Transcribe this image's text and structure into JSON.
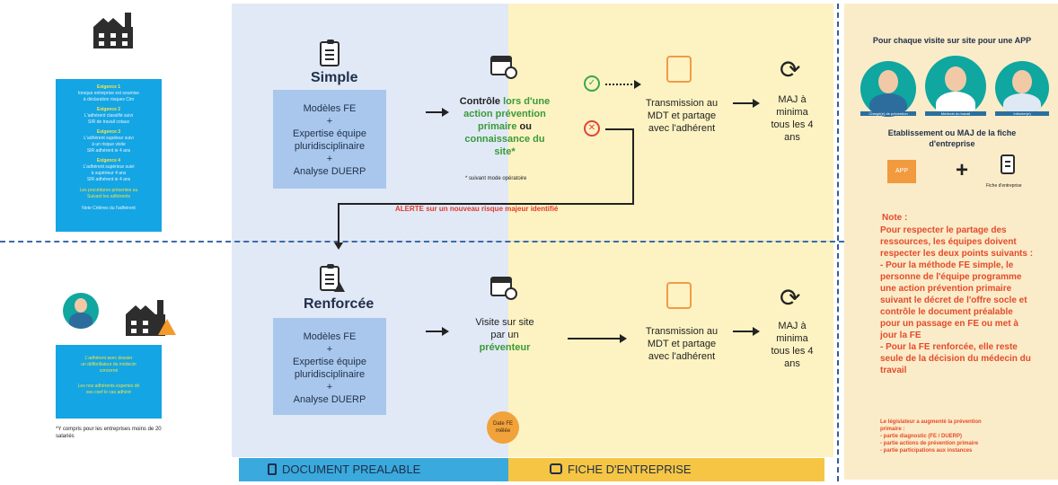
{
  "blocks": {
    "simple": {
      "title": "Simple",
      "models": [
        "Modèles FE",
        "+",
        "Expertise équipe",
        "pluridisciplinaire",
        "+",
        "Analyse DUERP"
      ],
      "control_prefix": "Contrôle ",
      "control_green": "lors d'une action prévention primaire",
      "control_mid": " ou ",
      "control_green2": "connaissance du site*",
      "footnote": "* suivant mode opératoire",
      "transmission": [
        "Transmission au",
        "MDT et partage",
        "avec l'adhérent"
      ],
      "mai": [
        "MAJ à",
        "minima",
        "tous les 4",
        "ans"
      ]
    },
    "alert": "ALERTE sur un nouveau risque majeur identifié",
    "renforcee": {
      "title": "Renforcée",
      "models": [
        "Modèles FE",
        "+",
        "Expertise équipe",
        "pluridisciplinaire",
        "+",
        "Analyse DUERP"
      ],
      "visit_prefix": "Visite sur site",
      "visit_mid": "par un",
      "visit_green": "préventeur",
      "transmission": [
        "Transmission au",
        "MDT et partage",
        "avec l'adhérent"
      ],
      "mai": [
        "MAJ à",
        "minima",
        "tous les 4",
        "ans"
      ],
      "badge": [
        "Date FE",
        "mêlée"
      ]
    }
  },
  "left": {
    "panel_top": [
      {
        "h": "Exigence 1",
        "t": [
          "lorsque entreprise est soumise",
          "à déclaration risques Cim"
        ]
      },
      {
        "h": "Exigence 2",
        "t": [
          "L'adhérent classifié suivi",
          "SIR de travail cotaux"
        ]
      },
      {
        "h": "Exigence 3",
        "t": [
          "L'adhérent supéieur suivi",
          "à un risque visite",
          "SIR adhérent ie 4 ans"
        ]
      },
      {
        "h": "Exigence 4",
        "t": [
          "L'adhérent supérieur suivi",
          "à supérieur 4 ans",
          "SIR adhérent ie 4 ans"
        ]
      }
    ],
    "panel_top_yellow": [
      "Les procédures présentes au",
      "Suivant les adhérents"
    ],
    "panel_top_footer": "Note Critères du l'adhérent",
    "panel_bottom_yellow": [
      "L'adhérent avec dossier",
      "un défibrillateur du médecin",
      "concerné"
    ],
    "panel_bottom_yellow2": [
      "Les nos adhérents expertes dé",
      "ses coef le cas adhéré"
    ],
    "footnote": "*Y compris pour les entreprises moins de 20 salariés"
  },
  "right": {
    "title": "Pour chaque visite sur site pour une APP",
    "persons": [
      "Chargé(e) de prévention",
      "Médecin du travail",
      "Infirmier(e)"
    ],
    "establish": [
      "Etablissement ou MAJ de la fiche",
      "d'entreprise"
    ],
    "app_label": "APP",
    "plus": "+",
    "fiche_label": "Fiche d'entreprise",
    "note_title": "Note :",
    "note_lines": [
      "Pour respecter le partage des",
      "ressources, les équipes doivent",
      "respecter les deux points suivants :",
      "- Pour la méthode FE simple, le",
      "personne de l'équipe programme",
      "une action prévention primaire",
      "suivant le décret de l'offre socle et",
      "contrôle le document préalable",
      "pour un passage en FE ou met à",
      "jour la FE",
      "- Pour la FE renforcée, elle reste",
      "seule de la décision du médecin du",
      "travail"
    ],
    "law_lines": [
      "Le législateur a augmenté la prévention",
      "primaire :",
      "- partie diagnostic (FE / DUERP)",
      "- partie actions de prévention primaire",
      "- partie participations aux instances"
    ]
  },
  "bands": {
    "left": "DOCUMENT PREALABLE",
    "right": "FICHE D'ENTREPRISE"
  },
  "colors": {
    "blue_zone": "#e1e9f6",
    "yellow_zone": "#fdf3c2",
    "right_zone": "#fbecc9",
    "panel_blue": "#14a5e4",
    "band_blue": "#3aa9dd",
    "band_yellow": "#f6c543",
    "alert_red": "#e03a2c",
    "green": "#3a9a3a"
  }
}
